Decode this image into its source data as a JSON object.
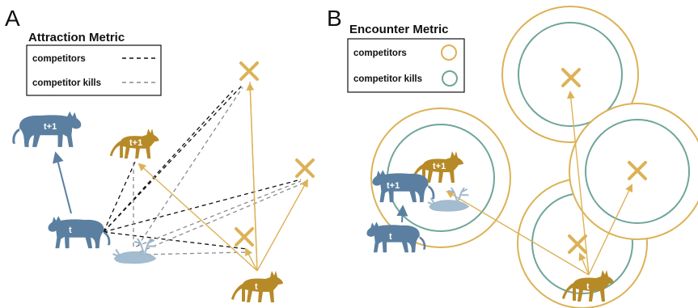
{
  "colors": {
    "puma": "#5b7fa0",
    "coyote": "#b78a28",
    "gold": "#dcb256",
    "teal": "#6fa59a",
    "kill": "#9fb8cc",
    "blackline": "#111111",
    "greyline": "#8c8c8c"
  },
  "panel_a": {
    "letter": "A",
    "title": "Attraction Metric",
    "legend": {
      "competitors_label": "competitors",
      "kills_label": "competitor kills"
    },
    "puma_t1_label": "t+1",
    "puma_t_label": "t",
    "coyote_t1_label": "t+1",
    "coyote_t_label": "t"
  },
  "panel_b": {
    "letter": "B",
    "title": "Encounter Metric",
    "legend": {
      "competitors_label": "competitors",
      "kills_label": "competitor kills"
    },
    "puma_t1_label": "t+1",
    "puma_t_label": "t",
    "coyote_t1_label": "t+1",
    "coyote_t_label": "t"
  }
}
